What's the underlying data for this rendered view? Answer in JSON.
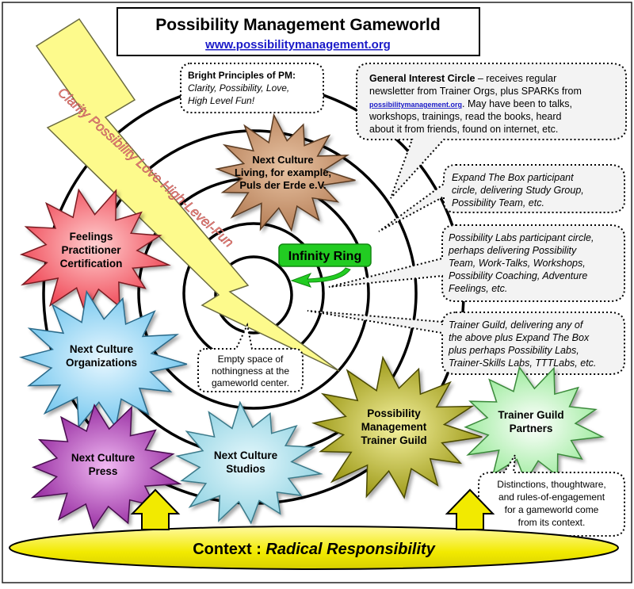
{
  "header": {
    "title": "Possibility Management Gameworld",
    "url": "www.possibilitymanagement.org"
  },
  "bolt": {
    "text": "Clarity  Possibility  Love  High-Level-Fun"
  },
  "callouts": {
    "bright_principles": {
      "heading": "Bright Principles of PM:",
      "line1": "Clarity, Possibility, Love,",
      "line2": "High Level Fun!"
    },
    "general_interest": {
      "line1_bold": "General Interest Circle",
      "line1_rest": " – receives regular",
      "line2": "newsletter  from Trainer Orgs, plus SPARKs from",
      "line3_link": "possibilitymanagement.org",
      "line3_rest": ". May have been to talks,",
      "line4": "workshops, trainings,  read the books, heard",
      "line5": "about it from friends, found on internet, etc."
    },
    "expand_box": {
      "line1": "Expand The Box participant",
      "line2": "circle, delivering Study Group,",
      "line3": "Possibility Team, etc."
    },
    "possibility_labs": {
      "line1": "Possibility Labs participant circle,",
      "line2": "perhaps delivering Possibility",
      "line3": "Team, Work-Talks, Workshops,",
      "line4": "Possibility Coaching, Adventure",
      "line5": "Feelings, etc."
    },
    "trainer_guild": {
      "line1": "Trainer Guild, delivering any of",
      "line2": "the above plus Expand The Box",
      "line3": "plus perhaps Possibility Labs,",
      "line4": "Trainer-Skills Labs, TTTLabs, etc."
    },
    "empty_space": {
      "line1": "Empty space of",
      "line2": "nothingness  at the",
      "line3": "gameworld center."
    },
    "distinctions": {
      "line1": "Distinctions,  thoughtware,",
      "line2": "and rules-of-engagement",
      "line3": "for a gameworld come",
      "line4": "from its context."
    }
  },
  "infinity_ring": {
    "label": "Infinity Ring"
  },
  "stars": {
    "living": {
      "line1": "Next Culture",
      "line2": "Living, for example,",
      "line3": "Puls der Erde e.V."
    },
    "feelings": {
      "line1": "Feelings",
      "line2": "Practitioner",
      "line3": "Certification"
    },
    "organizations": {
      "line1": "Next Culture",
      "line2": "Organizations"
    },
    "press": {
      "line1": "Next Culture",
      "line2": "Press"
    },
    "studios": {
      "line1": "Next Culture",
      "line2": "Studios"
    },
    "trainer_guild": {
      "line1": "Possibility",
      "line2": "Management",
      "line3": "Trainer Guild"
    },
    "partners": {
      "line1": "Trainer Guild",
      "line2": "Partners"
    }
  },
  "context": {
    "label": "Context :",
    "value": "Radical Responsibility"
  },
  "colors": {
    "bolt_fill": "#fdfa8c",
    "bolt_text": "#f4867a",
    "infinity_green": "#22cc22",
    "star_living": "#c8906a",
    "star_feelings": "#f25d68",
    "star_organizations": "#8fd3f2",
    "star_press": "#b03ab8",
    "star_studios": "#a5e0ee",
    "star_trainer_guild": "#b0b000",
    "star_partners": "#b8f2b8",
    "context_fill": "#f7f300",
    "link_blue": "#1a1ac8"
  }
}
